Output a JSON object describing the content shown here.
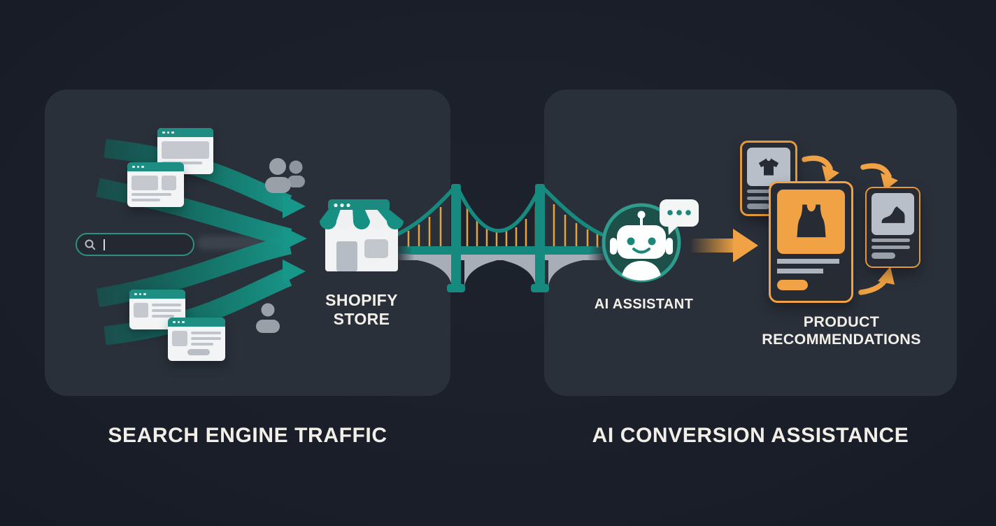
{
  "colors": {
    "background": "#1a1e28",
    "panel": "#2a303a",
    "teal": "#148578",
    "teal_bright": "#1ba090",
    "teal_dark": "#0d5a53",
    "orange": "#f0a244",
    "text": "#f2efe8",
    "white": "#ffffff",
    "gray_light": "#c5c9cf",
    "gray_icon": "#99a0a8",
    "card_background": "#262b34",
    "card_image_gray": "#b9bfc8"
  },
  "left_panel": {
    "caption": "SEARCH ENGINE TRAFFIC",
    "store_label": "SHOPIFY STORE",
    "search_bar": {
      "value": "",
      "placeholder": "",
      "icon": "magnifier-icon"
    },
    "icons": [
      "browser-window-icon",
      "users-icon",
      "user-icon",
      "storefront-icon",
      "traffic-arrows-icon"
    ]
  },
  "bridge": {
    "icon": "suspension-bridge-icon"
  },
  "right_panel": {
    "caption": "AI CONVERSION ASSISTANCE",
    "assistant_label": "AI ASSISTANT",
    "recommendations_label": "PRODUCT RECOMMENDATIONS",
    "icons": [
      "robot-icon",
      "chat-typing-bubble-icon",
      "arrow-right-icon",
      "curved-arrow-icon"
    ],
    "product_cards": [
      {
        "icon": "tshirt-icon",
        "highlighted": false
      },
      {
        "icon": "tanktop-icon",
        "highlighted": true
      },
      {
        "icon": "shoe-icon",
        "highlighted": false
      }
    ]
  }
}
